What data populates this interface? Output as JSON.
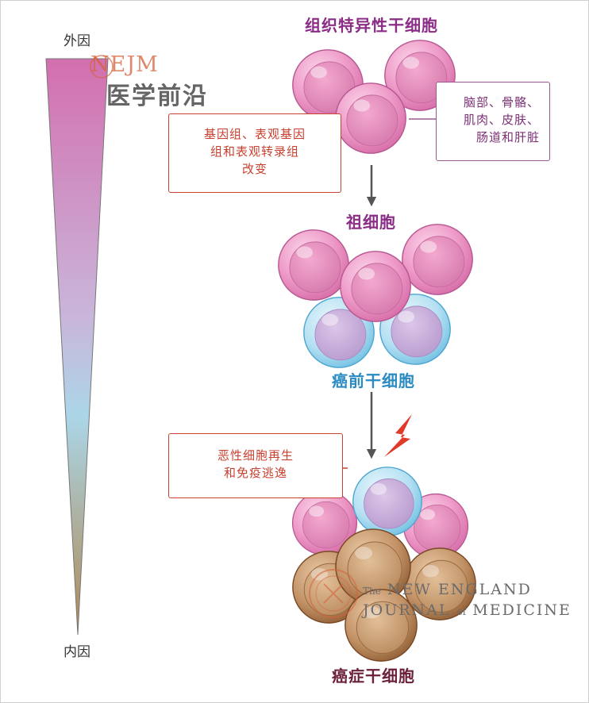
{
  "gradient_scale": {
    "top_label": "外因",
    "bottom_label": "内因",
    "colors": [
      "#d36fae",
      "#c9b6da",
      "#abd6e8",
      "#b08852"
    ]
  },
  "watermark": {
    "logo_text": "NEJM",
    "title": "医学前沿"
  },
  "stages": {
    "tissue_stem": "组织特异性干细胞",
    "progenitor": "祖细胞",
    "precancer_stem": "癌前干细胞",
    "cancer_stem": "癌症干细胞"
  },
  "callouts": {
    "tissues": [
      "脑部、骨骼、",
      "肌肉、皮肤、",
      "肠道和肝脏"
    ],
    "genomic": [
      "基因组、表观基因",
      "组和表观转录组",
      "改变"
    ],
    "malignant": [
      "恶性细胞再生",
      "和免疫逃逸"
    ]
  },
  "journal": {
    "line1_prefix": "The",
    "line1": "NEW ENGLAND",
    "line2_a": "JOURNAL",
    "line2_of": "of",
    "line2_b": "MEDICINE"
  },
  "colors": {
    "stage_purple": "#8b2c86",
    "stage_blue": "#2a8ac2",
    "stage_dark": "#6b1f3a",
    "callout_red": "#c8402f",
    "arrow_gray": "#555555",
    "lightning": "#e03a2a"
  }
}
